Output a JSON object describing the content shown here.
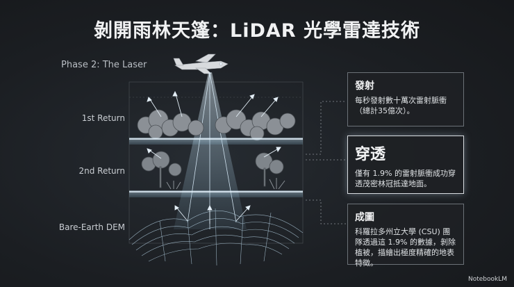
{
  "title": "剝開雨林天篷：LiDAR 光學雷達技術",
  "phase_label": "Phase 2: The Laser",
  "layer_labels": {
    "first": "1st Return",
    "second": "2nd Return",
    "ground": "Bare-Earth DEM"
  },
  "cards": [
    {
      "heading": "發射",
      "body": "每秒發射數十萬次雷射脈衝（總計35億次）。"
    },
    {
      "heading": "穿透",
      "body": "僅有 1.9% 的雷射脈衝成功穿透茂密林冠抵達地面。"
    },
    {
      "heading": "成圖",
      "body": "科羅拉多州立大學 (CSU) 團隊透過這 1.9% 的數據，剝除植被，描繪出極度精確的地表特徵。"
    }
  ],
  "brand": "NotebookLM"
}
